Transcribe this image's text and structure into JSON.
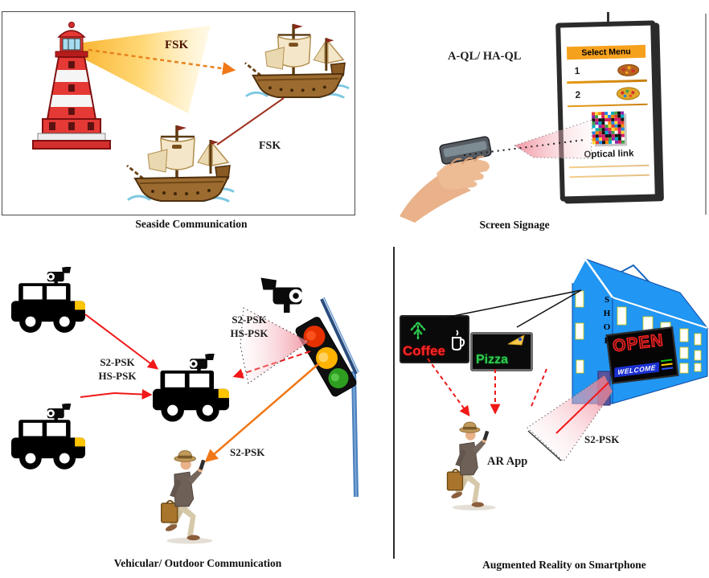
{
  "panels": {
    "seaside": {
      "caption": "Seaside Communication",
      "beam_label": "FSK",
      "ship_link_label": "FSK"
    },
    "signage": {
      "caption": "Screen Signage",
      "scheme_label": "A-QL/ HA-QL",
      "screen": {
        "title": "Select Menu",
        "item1": "1",
        "item2": "2",
        "link_label": "Optical link",
        "qr_palette": [
          "#e53935",
          "#43a047",
          "#1e88e5",
          "#fdd835",
          "#111111",
          "#ffffff",
          "#fb8c00",
          "#8e24aa",
          "#00acc1",
          "#d81b60"
        ]
      }
    },
    "vehicular": {
      "caption": "Vehicular/ Outdoor Communication",
      "car_link_line1": "S2-PSK",
      "car_link_line2": "HS-PSK",
      "light_link_line1": "S2-PSK",
      "light_link_line2": "HS-PSK",
      "pedestrian_link": "S2-PSK"
    },
    "ar": {
      "caption": "Augmented Reality on Smartphone",
      "coffee_sign": "Coffee",
      "pizza_sign": "Pizza",
      "open_sign": "OPEN",
      "welcome_sign": "WELCOME",
      "shop_label": "SHOP",
      "ar_app_label": "AR App",
      "beam_label": "S2-PSK"
    }
  },
  "colors": {
    "beam_yellow": "#F6A10A",
    "beam_pink": "#EE7B8B",
    "arrow_red": "#F01818",
    "arrow_orange": "#F07818",
    "ship_link_red": "#A03020",
    "menu_orange": "#F6A11E",
    "building_blue": "#2196F3",
    "pole_blue": "#4A7EBB",
    "coffee_red": "#ff2626",
    "pizza_green": "#2ecc4f",
    "open_red": "#ff2222",
    "traffic_red": "#E53000",
    "traffic_yellow": "#FFB300",
    "traffic_green": "#2E9E20"
  }
}
